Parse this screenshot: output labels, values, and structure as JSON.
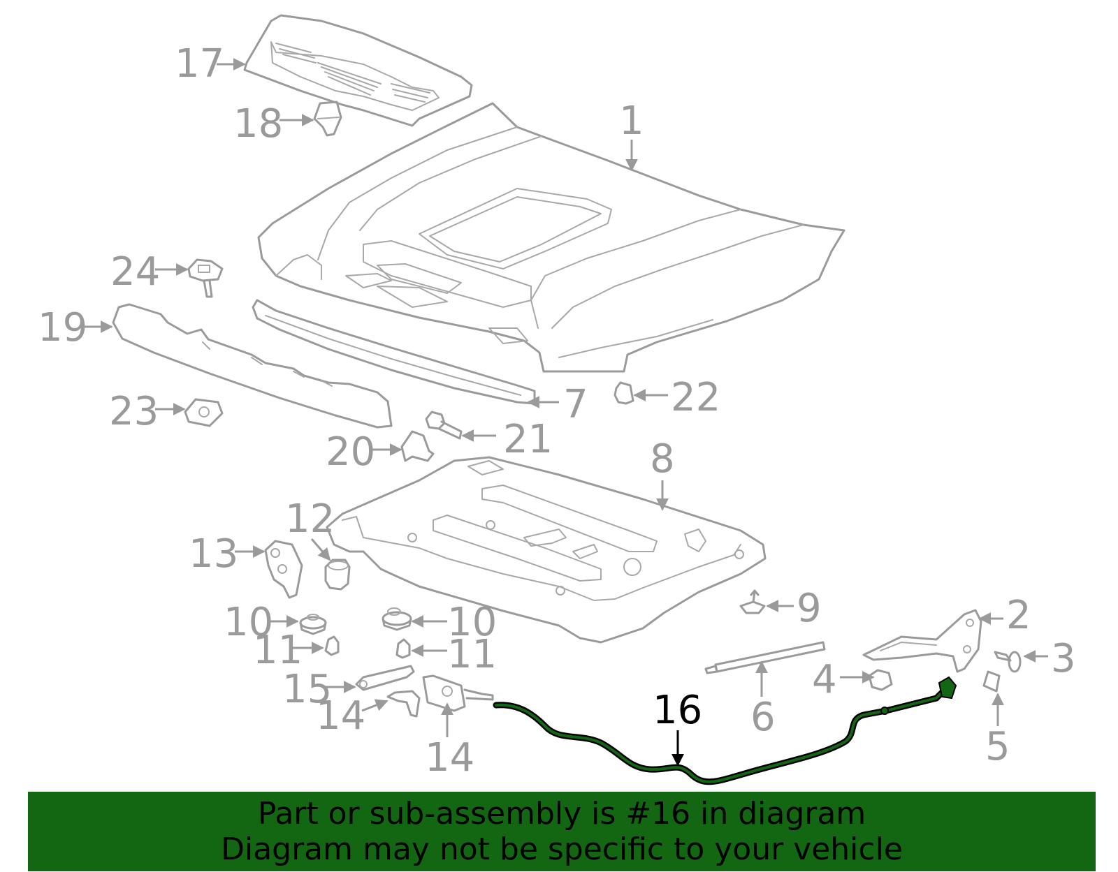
{
  "callouts": [
    {
      "id": "c1",
      "text": "1"
    },
    {
      "id": "c2",
      "text": "2"
    },
    {
      "id": "c3",
      "text": "3"
    },
    {
      "id": "c4",
      "text": "4"
    },
    {
      "id": "c5",
      "text": "5"
    },
    {
      "id": "c6",
      "text": "6"
    },
    {
      "id": "c7",
      "text": "7"
    },
    {
      "id": "c8",
      "text": "8"
    },
    {
      "id": "c9",
      "text": "9"
    },
    {
      "id": "c10a",
      "text": "10"
    },
    {
      "id": "c10b",
      "text": "10"
    },
    {
      "id": "c11a",
      "text": "11"
    },
    {
      "id": "c11b",
      "text": "11"
    },
    {
      "id": "c12",
      "text": "12"
    },
    {
      "id": "c13",
      "text": "13"
    },
    {
      "id": "c14a",
      "text": "14"
    },
    {
      "id": "c14b",
      "text": "14"
    },
    {
      "id": "c15",
      "text": "15"
    },
    {
      "id": "c16",
      "text": "16"
    },
    {
      "id": "c17",
      "text": "17"
    },
    {
      "id": "c18",
      "text": "18"
    },
    {
      "id": "c19",
      "text": "19"
    },
    {
      "id": "c20",
      "text": "20"
    },
    {
      "id": "c21",
      "text": "21"
    },
    {
      "id": "c22",
      "text": "22"
    },
    {
      "id": "c23",
      "text": "23"
    },
    {
      "id": "c24",
      "text": "24"
    }
  ],
  "highlighted_part": "16",
  "banner": {
    "line1": "Part or sub-assembly is #16 in diagram",
    "line2": "Diagram may not be specific to your vehicle"
  },
  "colors": {
    "part_line": "#9a9a9a",
    "highlight_part": "#136612",
    "banner_bg": "#136612",
    "banner_text": "#000000"
  }
}
